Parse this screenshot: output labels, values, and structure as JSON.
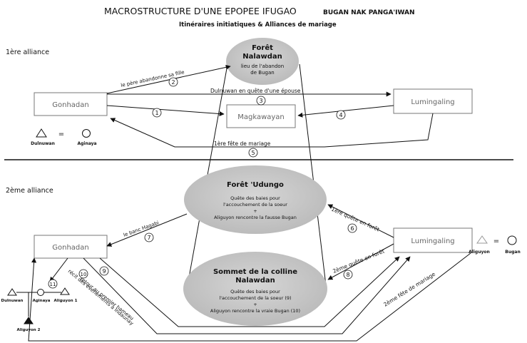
{
  "title": {
    "main": "MACROSTRUCTURE D'UNE EPOPEE IFUGAO",
    "tag": "BUGAN NAK PANGA'IWAN",
    "subtitle": "Itinéraires initiatiques & Alliances de mariage"
  },
  "section1": {
    "label": "1ère alliance",
    "gonhadan": "Gonhadan",
    "lumingaling": "Lumingaling",
    "magkawayan": "Magkawayan",
    "foret": {
      "title1": "Forêt",
      "title2": "Nalawdan",
      "desc1": "lieu de l'abandon",
      "desc2": "de Bugan"
    },
    "legend": {
      "eq": "=",
      "dulnuwan": "Dulnuwan",
      "aginaya": "Aginaya"
    },
    "edges": {
      "e1": "1",
      "e2": "2",
      "e3": "3",
      "e4": "4",
      "e5": "5",
      "pere": "le père abandonne sa fille",
      "quete_epouse": "Dulnuwan en quête d'une épouse",
      "fete1": "1ère fête de mariage"
    }
  },
  "section2": {
    "label": "2ème alliance",
    "gonhadan": "Gonhadan",
    "lumingaling": "Lumingaling",
    "udungo": {
      "title": "Forêt 'Udungo",
      "d1": "Quête des baies pour",
      "d2": "l'accouchement de la soeur",
      "d3": "+",
      "d4": "Aliguyon rencontre la fausse Bugan"
    },
    "sommet": {
      "t1": "Sommet de la colline",
      "t2": "Nalawdan",
      "d1": "Quête des baies pour",
      "d2": "l'accouchement de la soeur (9)",
      "d3": "+",
      "d4": "Aliguyon rencontre la vraie Bugan (10)"
    },
    "legend_right": {
      "eq": "=",
      "aliguyon": "Aliguyon",
      "bugan": "Bugan"
    },
    "genealogy": {
      "dulnuwan": "Dulnuwan",
      "aginaya": "Aginaya",
      "aliguyon1": "Aliguyon 1",
      "aliguyon2": "Aliguyon 2"
    },
    "edges": {
      "e6": "6",
      "e7": "7",
      "e8": "8",
      "e9": "9",
      "e10": "10",
      "e11": "11",
      "quete1": "1ère quête en forêt",
      "quete2": "2ème quête en forêt",
      "banc": "le banc Hagabi",
      "retour": "retour au premier hameau",
      "recit": "récit des événements à Indaunay",
      "fete2": "2ème fête de mariage"
    }
  }
}
